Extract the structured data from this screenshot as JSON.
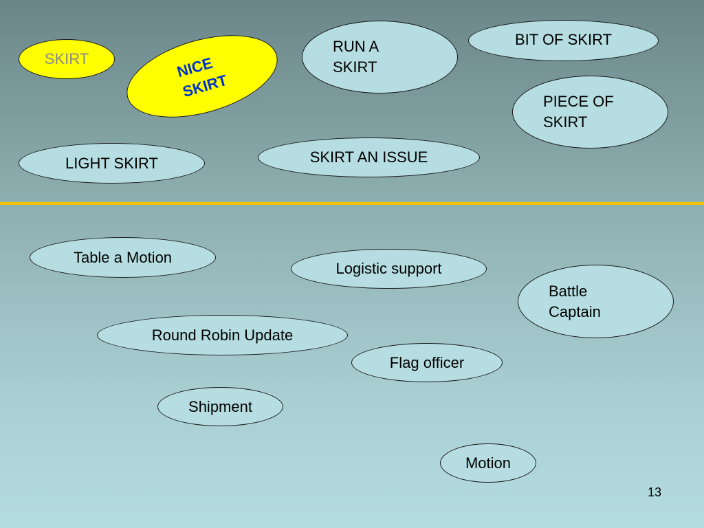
{
  "top_section": {
    "skirt": "SKIRT",
    "nice_skirt": "NICE\nSKIRT",
    "run_a_skirt": "RUN A\nSKIRT",
    "bit_of_skirt": "BIT OF SKIRT",
    "piece_of_skirt": "PIECE OF\nSKIRT",
    "light_skirt": "LIGHT SKIRT",
    "skirt_an_issue": "SKIRT AN ISSUE"
  },
  "bottom_section": {
    "table_a_motion": "Table a Motion",
    "logistic_support": "Logistic support",
    "battle_captain": "Battle\nCaptain",
    "round_robin_update": "Round Robin Update",
    "flag_officer": "Flag officer",
    "shipment": "Shipment",
    "motion": "Motion"
  },
  "page_number": "13",
  "colors": {
    "divider": "#f2c200",
    "oval_fill": "#b6dde1",
    "highlight_fill": "#ffff00",
    "nice_skirt_text": "#0033cc"
  }
}
